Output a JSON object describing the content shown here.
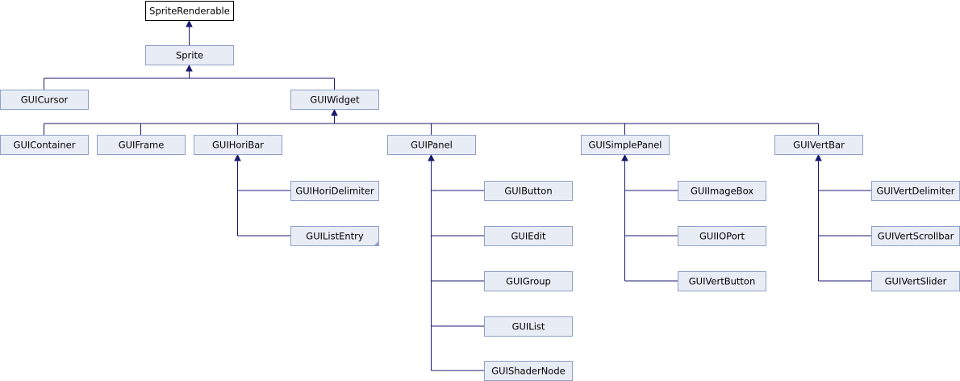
{
  "diagram": {
    "nodes": [
      {
        "id": "SpriteRenderable",
        "label": "SpriteRenderable",
        "style": "root"
      },
      {
        "id": "Sprite",
        "label": "Sprite"
      },
      {
        "id": "GUICursor",
        "label": "GUICursor"
      },
      {
        "id": "GUIWidget",
        "label": "GUIWidget"
      },
      {
        "id": "GUIContainer",
        "label": "GUIContainer"
      },
      {
        "id": "GUIFrame",
        "label": "GUIFrame"
      },
      {
        "id": "GUIHoriBar",
        "label": "GUIHoriBar"
      },
      {
        "id": "GUIPanel",
        "label": "GUIPanel"
      },
      {
        "id": "GUISimplePanel",
        "label": "GUISimplePanel"
      },
      {
        "id": "GUIVertBar",
        "label": "GUIVertBar"
      },
      {
        "id": "GUIHoriDelimiter",
        "label": "GUIHoriDelimiter"
      },
      {
        "id": "GUIListEntry",
        "label": "GUIListEntry",
        "folded": true
      },
      {
        "id": "GUIButton",
        "label": "GUIButton"
      },
      {
        "id": "GUIEdit",
        "label": "GUIEdit"
      },
      {
        "id": "GUIGroup",
        "label": "GUIGroup"
      },
      {
        "id": "GUIList",
        "label": "GUIList"
      },
      {
        "id": "GUIShaderNode",
        "label": "GUIShaderNode"
      },
      {
        "id": "GUIImageBox",
        "label": "GUIImageBox"
      },
      {
        "id": "GUIIOPort",
        "label": "GUIIOPort"
      },
      {
        "id": "GUIVertButton",
        "label": "GUIVertButton"
      },
      {
        "id": "GUIVertDelimiter",
        "label": "GUIVertDelimiter"
      },
      {
        "id": "GUIVertScrollbar",
        "label": "GUIVertScrollbar"
      },
      {
        "id": "GUIVertSlider",
        "label": "GUIVertSlider"
      }
    ],
    "inheritance": [
      {
        "parent": "SpriteRenderable",
        "children": [
          "Sprite"
        ]
      },
      {
        "parent": "Sprite",
        "children": [
          "GUICursor",
          "GUIWidget"
        ]
      },
      {
        "parent": "GUIWidget",
        "children": [
          "GUIContainer",
          "GUIFrame",
          "GUIHoriBar",
          "GUIPanel",
          "GUISimplePanel",
          "GUIVertBar"
        ]
      },
      {
        "parent": "GUIHoriBar",
        "children": [
          "GUIHoriDelimiter",
          "GUIListEntry"
        ]
      },
      {
        "parent": "GUIPanel",
        "children": [
          "GUIButton",
          "GUIEdit",
          "GUIGroup",
          "GUIList",
          "GUIShaderNode"
        ]
      },
      {
        "parent": "GUISimplePanel",
        "children": [
          "GUIImageBox",
          "GUIIOPort",
          "GUIVertButton"
        ]
      },
      {
        "parent": "GUIVertBar",
        "children": [
          "GUIVertDelimiter",
          "GUIVertScrollbar",
          "GUIVertSlider"
        ]
      }
    ],
    "colors": {
      "box_fill": "#e8ecf5",
      "box_border": "#8ea0c8",
      "root_fill": "#ffffff",
      "root_border": "#000000",
      "edge": "#191970"
    }
  }
}
